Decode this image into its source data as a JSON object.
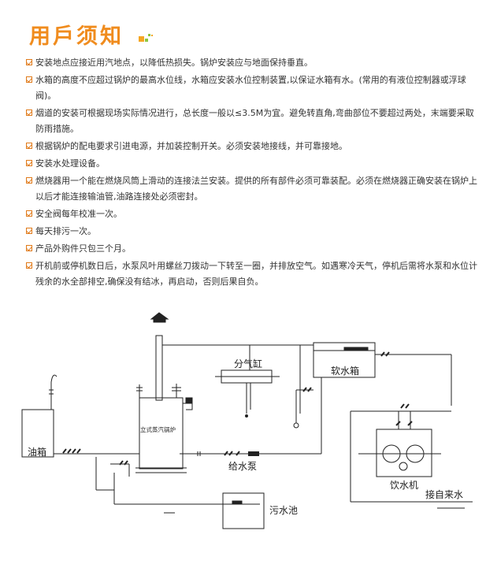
{
  "header": {
    "title": "用戶须知",
    "accent": "#f08c1e"
  },
  "notes": [
    "安装地点应接近用汽地点，以降低热损失。锅炉安装应与地面保持垂直。",
    "水箱的高度不应超过锅炉的最高水位线，水箱应安装水位控制装置,以保证水箱有水。(常用的有液位控制器或浮球阀)。",
    "烟道的安装可根据现场实际情况进行，总长度一般以≤3.5M为宜。避免转直角,弯曲部位不要超过两处，末端要采取防雨措施。",
    "根据锅炉的配电要求引进电源，并加装控制开关。必须安装地接线，并可靠接地。",
    "安装水处理设备。",
    "燃烧器用一个能在燃烧风筒上滑动的连接法兰安装。提供的所有部件必须可靠装配。必须在燃烧器正确安装在锅炉上以后才能连接输油管,油路连接处必须密封。",
    "安全阀每年校准一次。",
    "每天排污一次。",
    "产品外购件只包三个月。",
    "开机前或停机数日后，水泵风叶用螺丝刀拨动一下转至一圈，并排放空气。如遇寒冷天气，停机后需将水泵和水位计残余的水全部排空,确保没有结冰，再启动，否则后果自负。"
  ],
  "diagram": {
    "oil_tank": "油箱",
    "boiler": "立式蒸汽锅炉",
    "steam_header": "分气缸",
    "soft_water_tank": "软水箱",
    "feed_pump": "给水泵",
    "drinking_machine": "饮水机",
    "tap_water_inlet": "接自来水",
    "sewage_pool": "污水池"
  }
}
